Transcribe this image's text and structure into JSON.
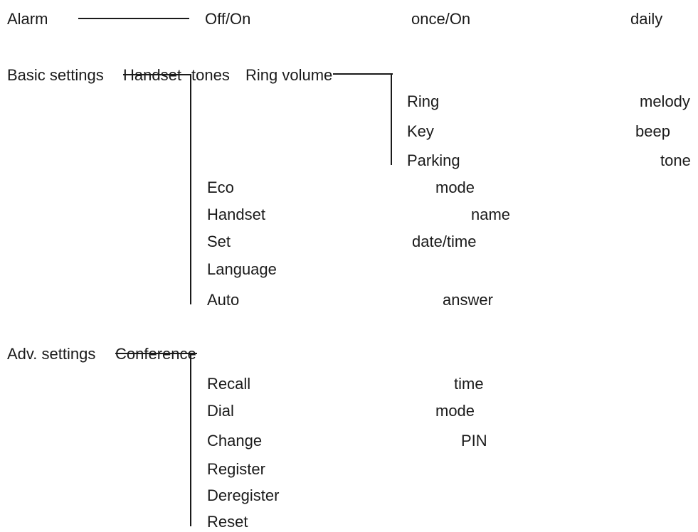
{
  "alarm": {
    "label": "Alarm",
    "options": [
      "Off/On",
      "once/On",
      "daily"
    ]
  },
  "basic_settings": {
    "label": "Basic settings",
    "handset_label": "Handset",
    "tones_label": "tones",
    "ring_volume_label": "Ring volume",
    "tones_items": [
      {
        "word1": "Ring",
        "word2": "melody"
      },
      {
        "word1": "Key",
        "word2": "beep"
      },
      {
        "word1": "Parking",
        "word2": "tone"
      }
    ],
    "items": [
      {
        "word1": "Eco",
        "word2": "mode"
      },
      {
        "word1": "Handset",
        "word2": "name"
      },
      {
        "word1": "Set",
        "word2": "date/time"
      },
      {
        "word1": "Language",
        "word2": ""
      },
      {
        "word1": "Auto",
        "word2": "answer"
      }
    ]
  },
  "adv_settings": {
    "label": "Adv. settings",
    "conference_label": "Conference",
    "items": [
      {
        "word1": "Recall",
        "word2": "time"
      },
      {
        "word1": "Dial",
        "word2": "mode"
      },
      {
        "word1": "Change",
        "word2": "PIN"
      },
      {
        "word1": "Register",
        "word2": ""
      },
      {
        "word1": "Deregister",
        "word2": ""
      },
      {
        "word1": "Reset",
        "word2": ""
      }
    ]
  }
}
